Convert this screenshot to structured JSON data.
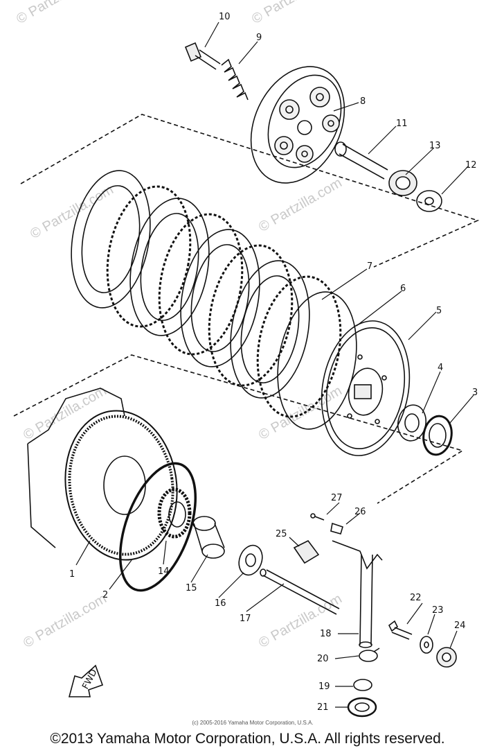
{
  "watermark": "© Partzilla.com",
  "fwd_label": "FWD",
  "small_copyright": "(c) 2005-2016 Yamaha Motor Corporation, U.S.A.",
  "copyright": "©2013 Yamaha Motor Corporation, U.S.A. All rights reserved.",
  "part_numbers": [
    "1",
    "2",
    "3",
    "4",
    "5",
    "6",
    "7",
    "8",
    "9",
    "10",
    "11",
    "12",
    "13",
    "14",
    "15",
    "16",
    "17",
    "18",
    "19",
    "20",
    "21",
    "22",
    "23",
    "24",
    "25",
    "26",
    "27"
  ]
}
